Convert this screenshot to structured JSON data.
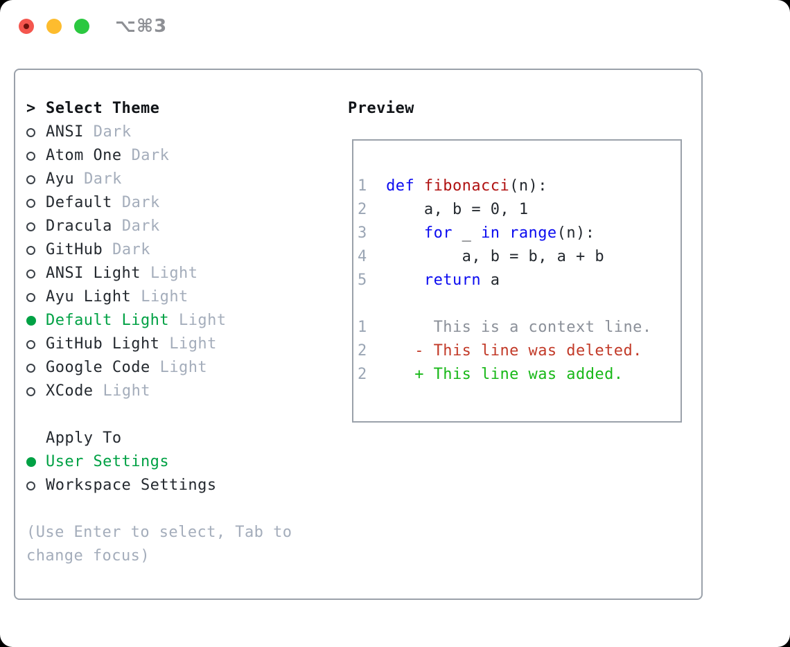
{
  "titlebar": {
    "title": "⌥⌘3"
  },
  "theme_panel": {
    "header_marker": ">",
    "header": "Select Theme",
    "items": [
      {
        "name": "ANSI",
        "variant": "Dark",
        "selected": false
      },
      {
        "name": "Atom One",
        "variant": "Dark",
        "selected": false
      },
      {
        "name": "Ayu",
        "variant": "Dark",
        "selected": false
      },
      {
        "name": "Default",
        "variant": "Dark",
        "selected": false
      },
      {
        "name": "Dracula",
        "variant": "Dark",
        "selected": false
      },
      {
        "name": "GitHub",
        "variant": "Dark",
        "selected": false
      },
      {
        "name": "ANSI Light",
        "variant": "Light",
        "selected": false
      },
      {
        "name": "Ayu Light",
        "variant": "Light",
        "selected": false
      },
      {
        "name": "Default Light",
        "variant": "Light",
        "selected": true
      },
      {
        "name": "GitHub Light",
        "variant": "Light",
        "selected": false
      },
      {
        "name": "Google Code",
        "variant": "Light",
        "selected": false
      },
      {
        "name": "XCode",
        "variant": "Light",
        "selected": false
      }
    ]
  },
  "apply_panel": {
    "header": "Apply To",
    "options": [
      {
        "label": "User Settings",
        "selected": true
      },
      {
        "label": "Workspace Settings",
        "selected": false
      }
    ]
  },
  "hint": {
    "line1": "(Use Enter to select, Tab to",
    "line2": "change focus)"
  },
  "preview": {
    "header": "Preview",
    "lines": [
      {
        "tokens": [
          {
            "t": "1"
          },
          {
            "t": "  "
          },
          {
            "t": "def"
          },
          {
            "t": " "
          },
          {
            "t": "fibonacci"
          },
          {
            "t": "(n):"
          }
        ]
      },
      {
        "tokens": [
          {
            "t": "2"
          },
          {
            "t": "      a, b = 0, 1"
          }
        ]
      },
      {
        "tokens": [
          {
            "t": "3"
          },
          {
            "t": "      "
          },
          {
            "t": "for"
          },
          {
            "t": " _ "
          },
          {
            "t": "in"
          },
          {
            "t": " "
          },
          {
            "t": "range"
          },
          {
            "t": "(n):"
          }
        ]
      },
      {
        "tokens": [
          {
            "t": "4"
          },
          {
            "t": "          a, b = b, a + b"
          }
        ]
      },
      {
        "tokens": [
          {
            "t": "5"
          },
          {
            "t": "      "
          },
          {
            "t": "return"
          },
          {
            "t": " a"
          }
        ]
      },
      {
        "tokens": [
          {
            "t": "1"
          },
          {
            "t": "       "
          },
          {
            "t": "This is a context line."
          }
        ]
      },
      {
        "tokens": [
          {
            "t": "2"
          },
          {
            "t": "     "
          },
          {
            "t": "- This line was deleted."
          }
        ]
      },
      {
        "tokens": [
          {
            "t": "2"
          },
          {
            "t": "     "
          },
          {
            "t": "+ This line was added."
          }
        ]
      }
    ]
  },
  "colors": {
    "selection_green": "#00a144",
    "keyword_blue": "#0b0bf0",
    "function_red": "#b01212",
    "diff_deleted_red": "#c23a28",
    "diff_added_green": "#18b818",
    "context_gray": "#8b9099",
    "line_number_gray": "#9aa5b4",
    "muted_gray": "#a4adbb",
    "text_dark": "#24292f",
    "border_gray": "#9aa1aa",
    "traffic_red": "#f4564e",
    "traffic_yellow": "#fdbc2e",
    "traffic_green": "#2bc840"
  }
}
